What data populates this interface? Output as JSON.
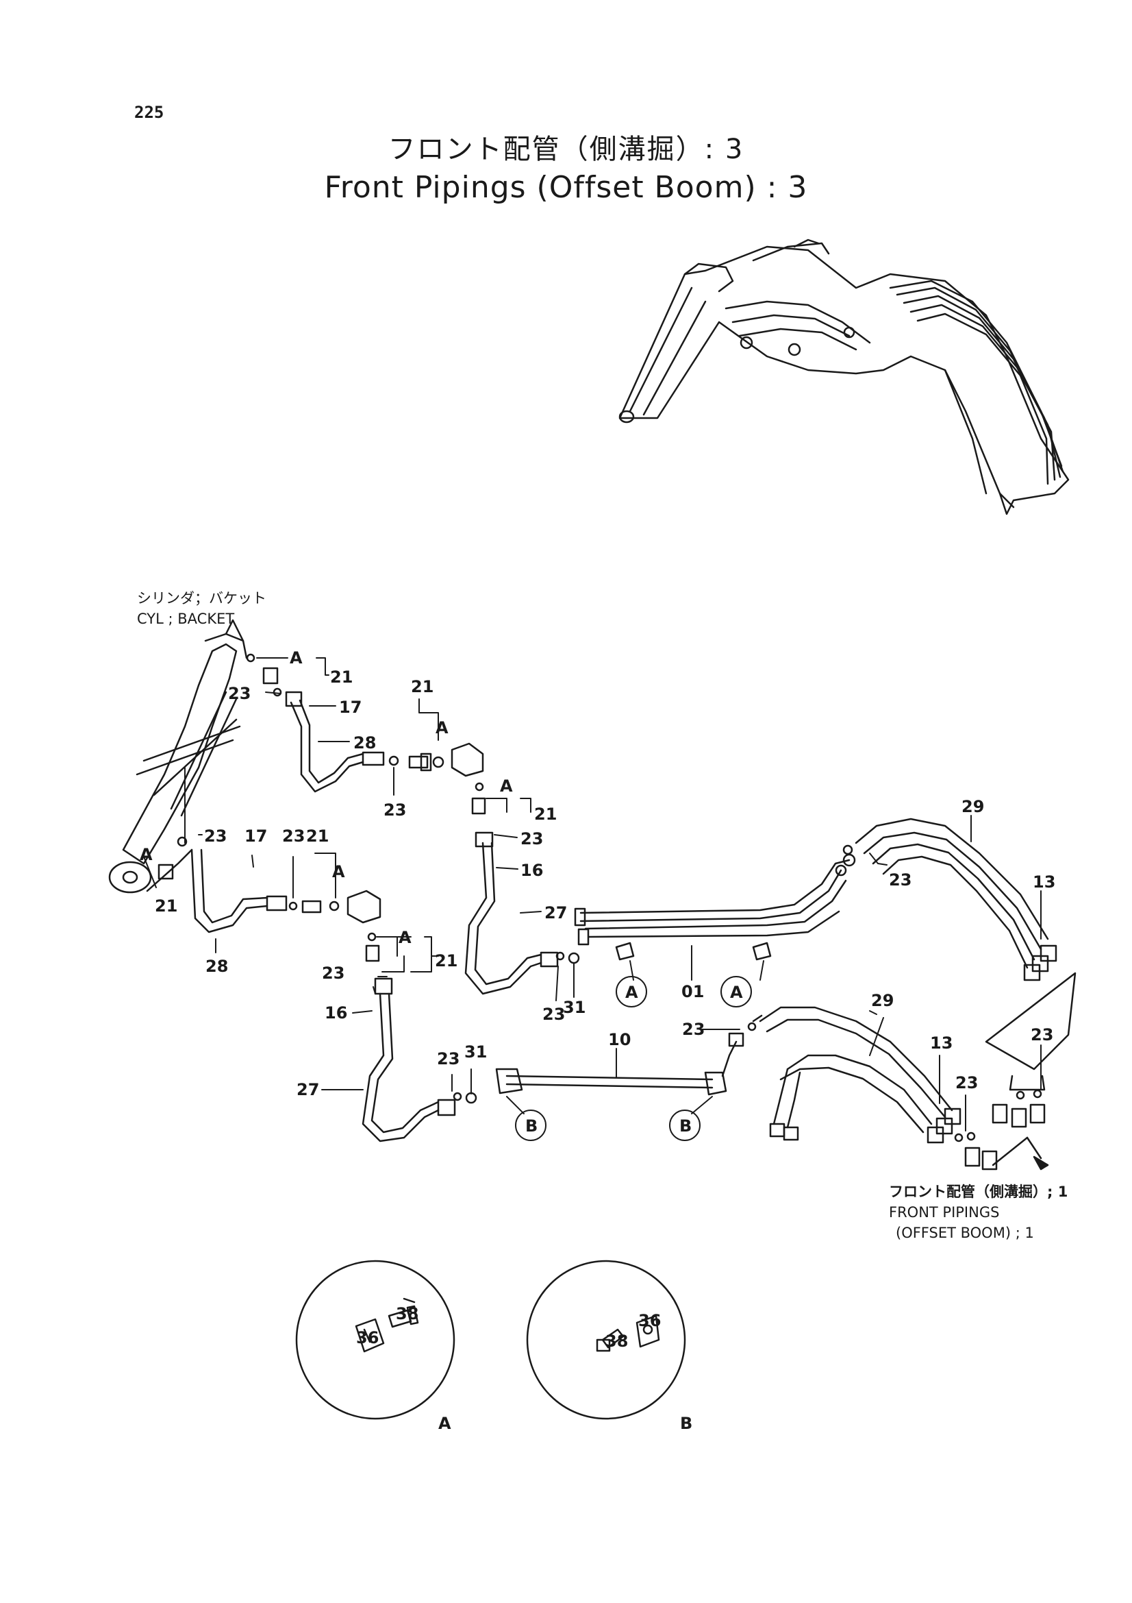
{
  "page_number": "225",
  "title_jp": "フロント配管（側溝掘）: 3",
  "title_en": "Front Pipings (Offset Boom) : 3",
  "label_cylinder_jp": "シリンダ；バケット",
  "label_cylinder_en": "CYL ; BACKET",
  "reference_jp": "フロント配管（側溝掘）; 1",
  "reference_en_line1": "FRONT PIPINGS",
  "reference_en_line2": "(OFFSET BOOM) ; 1",
  "detail_a": {
    "label": "A",
    "part_clamp": "36",
    "part_bolt": "38"
  },
  "detail_b": {
    "label": "B",
    "part_clamp": "36",
    "part_bolt": "38"
  },
  "callouts": {
    "c21a": "21",
    "c23a": "23",
    "c17a": "17",
    "c28a": "28",
    "c21b": "21",
    "cAb": "A",
    "c23b": "23",
    "cAa": "A",
    "cAleft": "A",
    "c21left": "21",
    "c23c": "23",
    "c17b": "17",
    "c23d": "23",
    "c21c": "21",
    "cAc": "A",
    "c28b": "28",
    "cAd": "A",
    "c21d": "21",
    "c23e": "23",
    "c16a": "16",
    "c27a": "27",
    "cAe": "A",
    "c21e": "21",
    "c23f": "23",
    "c16b": "16",
    "c27b": "27",
    "c23g": "23",
    "c31a": "31",
    "c01": "01",
    "cA1": "A",
    "cA2": "A",
    "c23h": "23",
    "c31b": "31",
    "c10": "10",
    "cB1": "B",
    "cB2": "B",
    "c29a": "29",
    "c23i": "23",
    "c13a": "13",
    "c23j": "23",
    "c29b": "29",
    "c13b": "13",
    "c23k": "23",
    "c23l": "23"
  }
}
